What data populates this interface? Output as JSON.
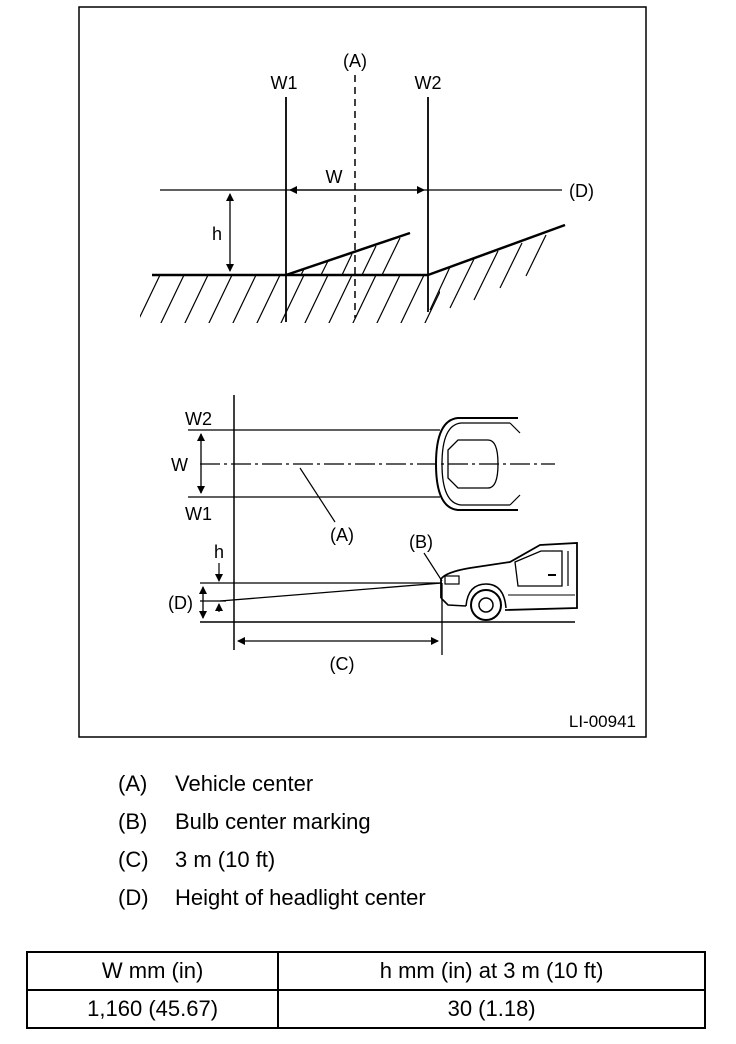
{
  "figure": {
    "top_labels": {
      "A": "(A)",
      "W1": "W1",
      "W2": "W2",
      "W": "W",
      "D": "(D)",
      "h": "h"
    },
    "plan_labels": {
      "W2": "W2",
      "W": "W",
      "W1": "W1",
      "A": "(A)"
    },
    "side_labels": {
      "B": "(B)",
      "h": "h",
      "D": "(D)",
      "C": "(C)"
    },
    "figure_id": "LI-00941"
  },
  "legend": [
    {
      "key": "(A)",
      "text": "Vehicle center"
    },
    {
      "key": "(B)",
      "text": "Bulb center marking"
    },
    {
      "key": "(C)",
      "text": "3 m (10 ft)"
    },
    {
      "key": "(D)",
      "text": "Height of headlight center"
    }
  ],
  "spec_table": {
    "headers": [
      "W mm (in)",
      "h mm (in) at 3 m (10 ft)"
    ],
    "rows": [
      [
        "1,160 (45.67)",
        "30 (1.18)"
      ]
    ]
  }
}
